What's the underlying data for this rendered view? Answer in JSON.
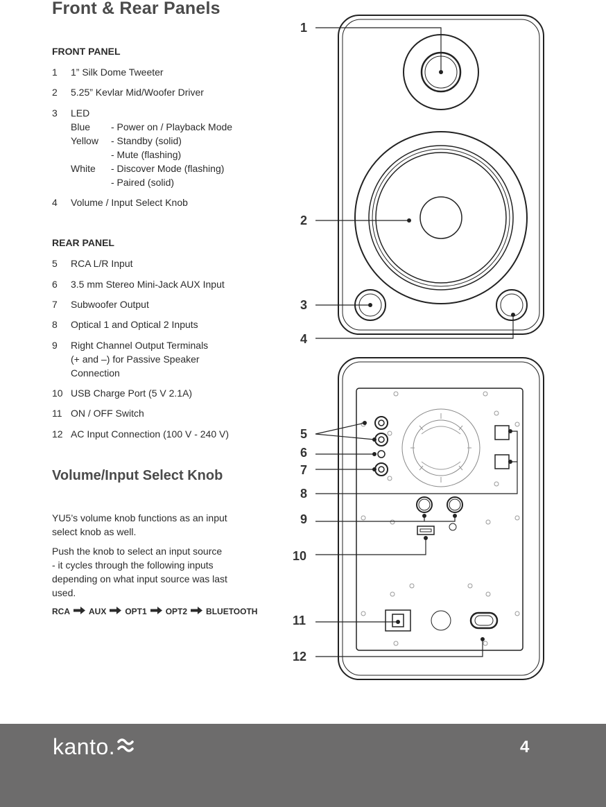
{
  "title": "Front & Rear Panels",
  "front_panel": {
    "heading": "FRONT PANEL",
    "items": [
      {
        "num": "1",
        "text": "1” Silk Dome Tweeter"
      },
      {
        "num": "2",
        "text": "5.25” Kevlar Mid/Woofer Driver"
      },
      {
        "num": "3",
        "text": "LED"
      },
      {
        "num": "4",
        "text": "Volume / Input Select Knob"
      }
    ],
    "led_rows": [
      {
        "color": "Blue",
        "desc": "- Power on / Playback Mode"
      },
      {
        "color": "Yellow",
        "desc": "- Standby (solid)"
      },
      {
        "color": "",
        "desc": "- Mute (flashing)"
      },
      {
        "color": "White",
        "desc": "- Discover Mode (flashing)"
      },
      {
        "color": "",
        "desc": "- Paired (solid)"
      }
    ]
  },
  "rear_panel": {
    "heading": "REAR PANEL",
    "items": [
      {
        "num": "5",
        "text": "RCA L/R Input"
      },
      {
        "num": "6",
        "text": "3.5 mm Stereo Mini-Jack AUX Input"
      },
      {
        "num": "7",
        "text": "Subwoofer Output"
      },
      {
        "num": "8",
        "text": "Optical 1 and Optical 2 Inputs"
      },
      {
        "num": "9",
        "lines": [
          "Right Channel Output Terminals",
          "(+ and –) for Passive Speaker",
          "Connection"
        ]
      },
      {
        "num": "10",
        "text": "USB Charge Port (5 V 2.1A)"
      },
      {
        "num": "11",
        "text": "ON / OFF Switch"
      },
      {
        "num": "12",
        "text": "AC Input Connection (100 V - 240 V)"
      }
    ]
  },
  "knob_section": {
    "heading": "Volume/Input Select Knob",
    "para1": [
      "YU5’s volume knob functions as an input",
      "select knob as well."
    ],
    "para2": [
      "Push the knob to select an input source",
      "- it cycles through the following inputs",
      "depending on what input source was last",
      "used."
    ],
    "flow": [
      "RCA",
      "AUX",
      "OPT1",
      "OPT2",
      "BLUETOOTH"
    ]
  },
  "callouts": [
    "1",
    "2",
    "3",
    "4",
    "5",
    "6",
    "7",
    "8",
    "9",
    "10",
    "11",
    "12"
  ],
  "footer": {
    "logo": "kanto.",
    "logo_mark_icon": "kanto-wave-icon",
    "page": "4"
  },
  "colors": {
    "footer_bg": "#6d6c6c",
    "text": "#2b2b2b",
    "heading": "#4a4a4a"
  }
}
